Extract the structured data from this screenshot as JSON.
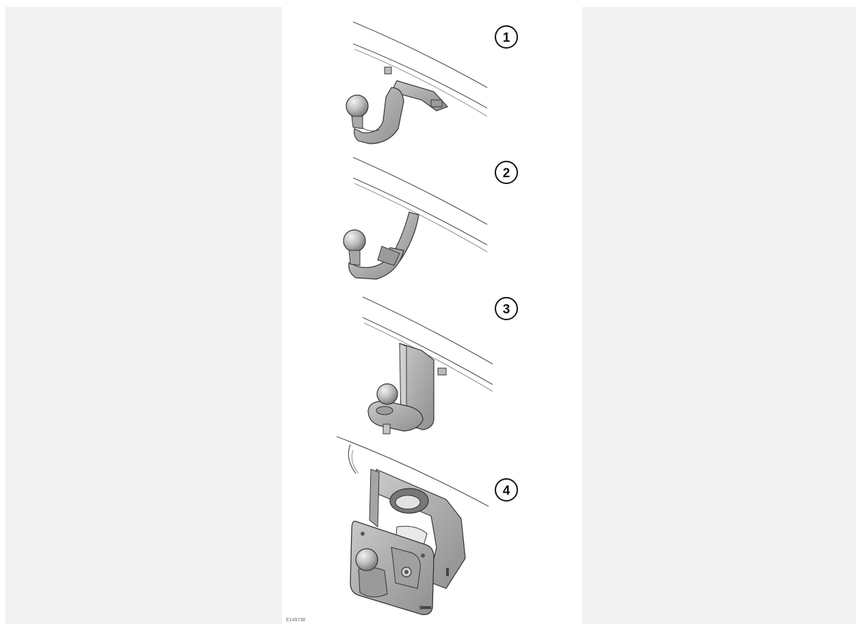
{
  "figure": {
    "callouts": [
      {
        "label": "1"
      },
      {
        "label": "2"
      },
      {
        "label": "3"
      },
      {
        "label": "4"
      }
    ],
    "image_code": "E149738"
  },
  "colors": {
    "background": "#f2f2f2",
    "figure": "#ffffff",
    "metal_fill": "#b3b3b3",
    "metal_dark": "#8c8c8c",
    "outline": "#333333"
  }
}
